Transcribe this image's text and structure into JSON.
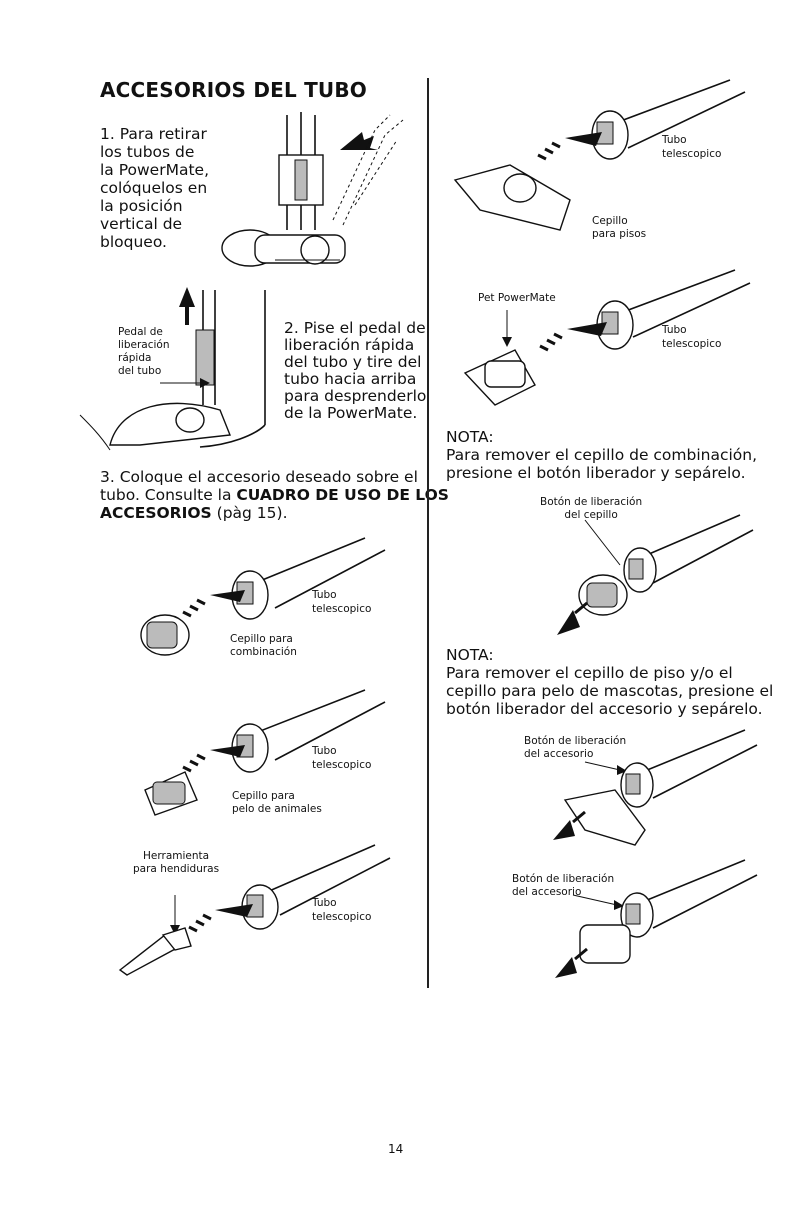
{
  "title": "ACCESORIOS DEL TUBO",
  "step1": [
    "1. Para retirar",
    "los tubos de",
    "la PowerMate,",
    "colóquelos en",
    "la posición",
    "vertical de",
    "bloqueo."
  ],
  "step2": [
    "2. Pise el pedal de",
    "liberación rápida",
    "del tubo y tire del",
    "tubo hacia arriba",
    "para desprenderlo",
    "de la PowerMate."
  ],
  "pedal_label": [
    "Pedal de",
    "liberación",
    "rápida",
    "del tubo"
  ],
  "step3": {
    "line1": "3. Coloque el accesorio deseado sobre el",
    "line2_prefix": "tubo. Consulte la ",
    "line2_bold": "CUADRO DE USO DE LOS",
    "line3_bold": "ACCESORIOS",
    "line3_rest": " (pàg 15)."
  },
  "labels": {
    "tubo": "Tubo",
    "telescopico": "telescopico",
    "cepillo_combinacion": [
      "Cepillo para",
      "combinación"
    ],
    "cepillo_animales": [
      "Cepillo para",
      "pelo de animales"
    ],
    "herramienta": [
      "Herramienta",
      "para hendiduras"
    ],
    "cepillo_pisos": [
      "Cepillo",
      "para pisos"
    ],
    "pet_powermate": "Pet PowerMate",
    "boton_cepillo": [
      "Botón de liberación",
      "del cepillo"
    ],
    "boton_accesorio_1": [
      "Botón de liberación",
      "del accesorio"
    ],
    "boton_accesorio_2": [
      "Botón de liberación",
      "del accesorio"
    ]
  },
  "nota1": {
    "heading": "NOTA:",
    "lines": [
      "Para remover el cepillo de combinación,",
      "presione el botón liberador y sepárelo."
    ]
  },
  "nota2": {
    "heading": "NOTA:",
    "lines": [
      "Para remover el cepillo de piso y/o el",
      "cepillo para pelo de mascotas, presione el",
      "botón liberador del accesorio y sepárelo."
    ]
  },
  "page_number": "14"
}
